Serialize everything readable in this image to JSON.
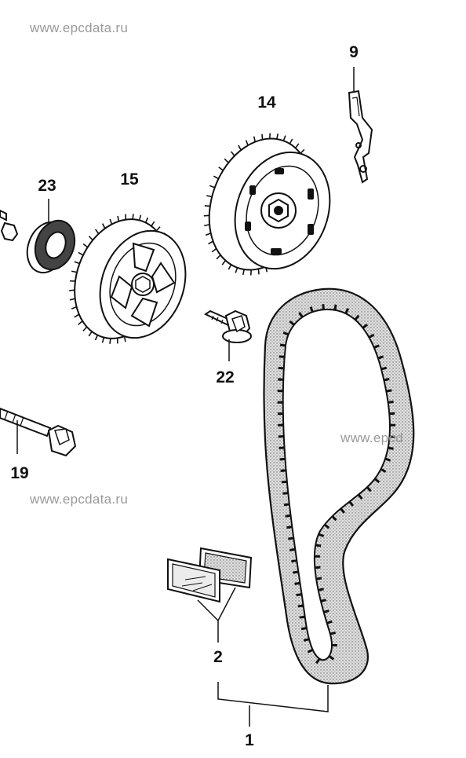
{
  "watermarks": {
    "top": "www.epcdata.ru",
    "middle": "www.epcdata.ru",
    "right": "www.epcd"
  },
  "callouts": [
    {
      "id": "1",
      "label": "1"
    },
    {
      "id": "2",
      "label": "2"
    },
    {
      "id": "9",
      "label": "9"
    },
    {
      "id": "14",
      "label": "14"
    },
    {
      "id": "15",
      "label": "15"
    },
    {
      "id": "19",
      "label": "19"
    },
    {
      "id": "22",
      "label": "22"
    },
    {
      "id": "23",
      "label": "23"
    }
  ],
  "colors": {
    "line": "#111111",
    "belt_fill": "#d8d8d8",
    "watermark": "#9a9a9a"
  }
}
